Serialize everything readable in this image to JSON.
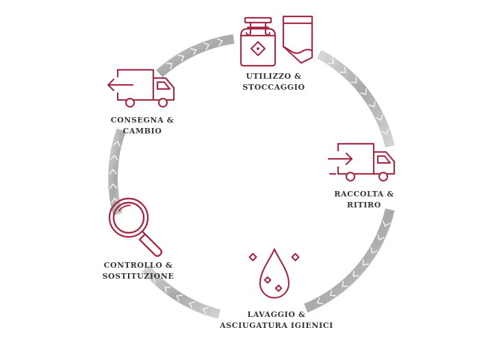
{
  "colors": {
    "accent": "#a52a43",
    "text": "#333333",
    "ring": "#b9b9b9",
    "ring_light": "#e4e4e4"
  },
  "steps": [
    {
      "id": "utilizzo",
      "icon": "jar-and-cloth-icon",
      "line1": "UTILIZZO &",
      "line2": "STOCCAGGIO"
    },
    {
      "id": "raccolta",
      "icon": "truck-inbound-icon",
      "line1": "RACCOLTA &",
      "line2": "RITIRO"
    },
    {
      "id": "lavaggio",
      "icon": "water-drop-icon",
      "line1": "LAVAGGIO &",
      "line2": "ASCIUGATURA IGIENICI"
    },
    {
      "id": "controllo",
      "icon": "magnifying-glass-icon",
      "line1": "CONTROLLO &",
      "line2": "SOSTITUZIONE"
    },
    {
      "id": "consegna",
      "icon": "truck-outbound-icon",
      "line1": "CONSEGNA &",
      "line2": "CAMBIO"
    }
  ]
}
